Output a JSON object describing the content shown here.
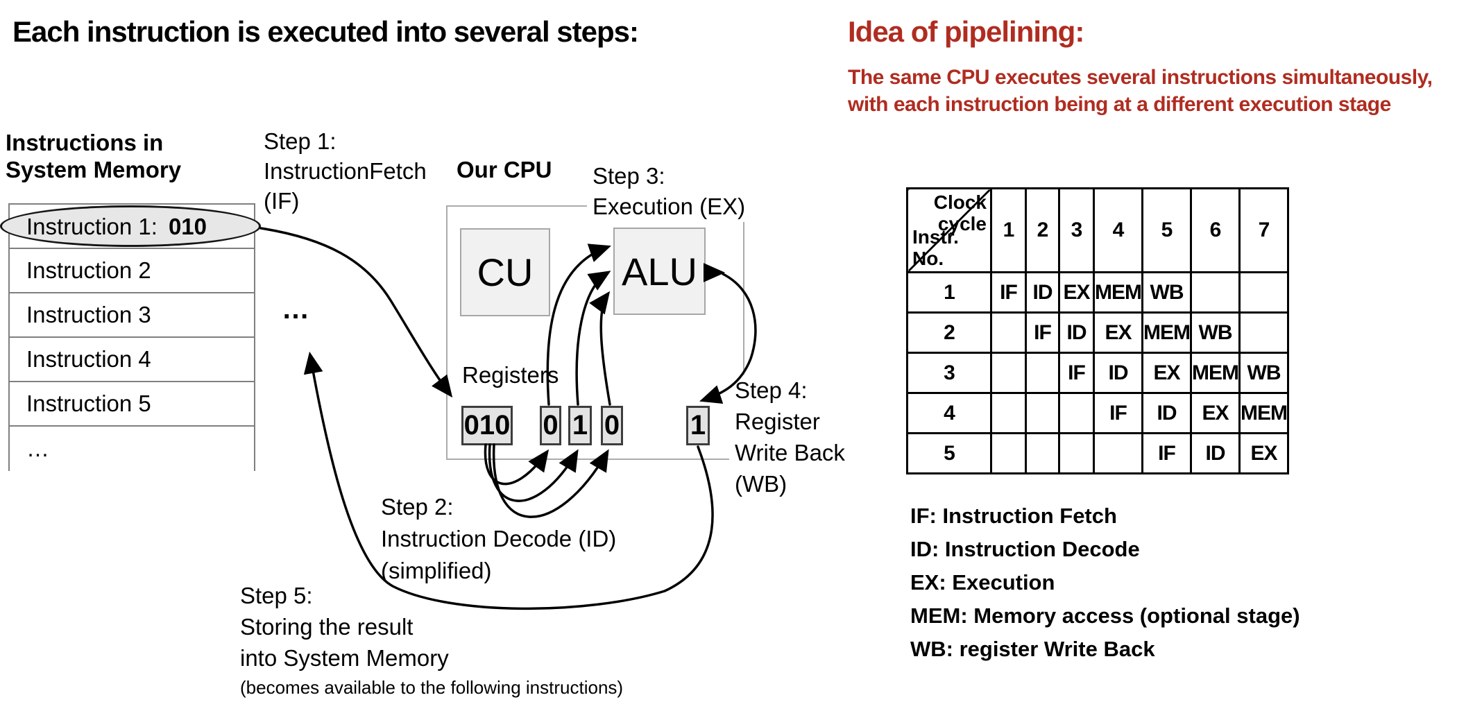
{
  "left": {
    "title": "Each instruction is executed into several steps:",
    "memory": {
      "heading": [
        "Instructions in",
        "System Memory"
      ],
      "instr1_label": "Instruction 1:",
      "instr1_value": "010",
      "rows": [
        "Instruction 2",
        "Instruction 3",
        "Instruction 4",
        "Instruction 5",
        "…"
      ],
      "dots_between": "…"
    },
    "steps": {
      "step1": [
        "Step 1:",
        "InstructionFetch",
        "(IF)"
      ],
      "step2": [
        "Step 2:",
        "Instruction Decode (ID)",
        "(simplified)"
      ],
      "step3": [
        "Step 3:",
        "Execution (EX)"
      ],
      "step4": [
        "Step 4:",
        "Register",
        "Write Back",
        "(WB)"
      ],
      "step5": [
        "Step 5:",
        "Storing the result",
        "into System Memory"
      ],
      "step5_note": "(becomes available to the following instructions)"
    },
    "cpu": {
      "title": "Our CPU",
      "cu_label": "CU",
      "alu_label": "ALU",
      "registers_label": "Registers",
      "reg_main": "010",
      "reg_bits": [
        "0",
        "1",
        "0"
      ],
      "reg_writeback": "1"
    }
  },
  "right": {
    "title": "Idea of pipelining:",
    "subtitle": [
      "The same CPU executes several instructions simultaneously,",
      "with each instruction being at a different execution stage"
    ],
    "table": {
      "corner_top": [
        "Clock",
        "cycle"
      ],
      "corner_bottom": [
        "Instr.",
        "No."
      ],
      "clock_cycles": [
        "1",
        "2",
        "3",
        "4",
        "5",
        "6",
        "7"
      ],
      "rows": [
        {
          "label": "1",
          "cells": [
            "IF",
            "ID",
            "EX",
            "MEM",
            "WB",
            "",
            ""
          ]
        },
        {
          "label": "2",
          "cells": [
            "",
            "IF",
            "ID",
            "EX",
            "MEM",
            "WB",
            ""
          ]
        },
        {
          "label": "3",
          "cells": [
            "",
            "",
            "IF",
            "ID",
            "EX",
            "MEM",
            "WB"
          ]
        },
        {
          "label": "4",
          "cells": [
            "",
            "",
            "",
            "IF",
            "ID",
            "EX",
            "MEM"
          ]
        },
        {
          "label": "5",
          "cells": [
            "",
            "",
            "",
            "",
            "IF",
            "ID",
            "EX"
          ]
        }
      ]
    },
    "legend": [
      "IF: Instruction Fetch",
      "ID: Instruction Decode",
      "EX: Execution",
      "MEM: Memory access (optional stage)",
      "WB: register Write Back"
    ]
  },
  "colors": {
    "accent_red": "#B02C20",
    "unit_fill": "#f1f1f1",
    "unit_border": "#a6a6a6",
    "register_fill": "#e3e3e3",
    "memory_border": "#7f7f7f",
    "highlight_ellipse_fill": "#e7e7e7"
  }
}
